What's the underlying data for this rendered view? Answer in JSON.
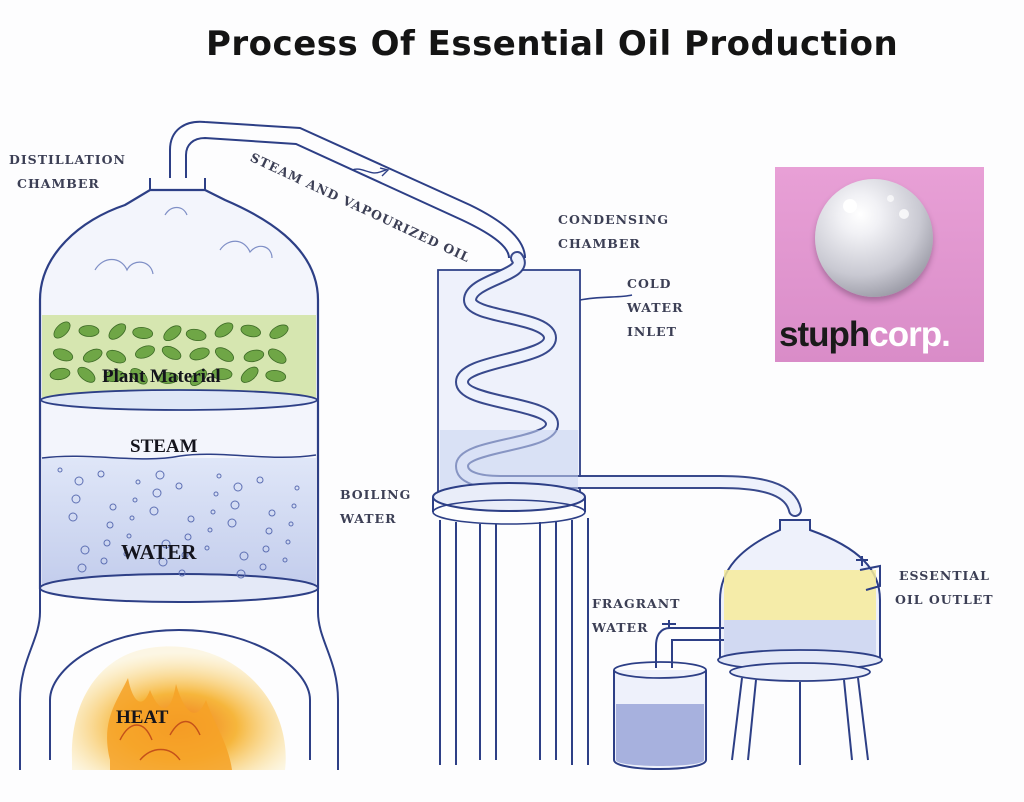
{
  "title": "Process Of Essential Oil Production",
  "labels": {
    "distillation_chamber": [
      "DISTILLATION",
      "CHAMBER"
    ],
    "steam_and_vapourized_oil": "STEAM AND VAPOURIZED OIL",
    "condensing_chamber": [
      "CONDENSING",
      "CHAMBER"
    ],
    "cold_water_inlet": [
      "COLD",
      "WATER",
      "INLET"
    ],
    "boiling_water": [
      "BOILING",
      "WATER"
    ],
    "fragrant_water": [
      "FRAGRANT",
      "WATER"
    ],
    "essential_oil_outlet": [
      "ESSENTIAL",
      "OIL OUTLET"
    ],
    "plant_material": "Plant Material",
    "steam": "STEAM",
    "water": "WATER",
    "heat": "HEAT"
  },
  "logo": {
    "word1": "stuph",
    "word2": "corp."
  },
  "colors": {
    "sketch_line": "#2d3f86",
    "water_fill": "#c9d3f0",
    "leaf_green": "#6fa646",
    "leaf_bg": "#c9dd9c",
    "flame": "#f3a52c",
    "oil_yellow": "#f5e98c",
    "logo_bg": "#e39ad2"
  },
  "icons": [
    "leaf-icon",
    "flame-icon",
    "sphere-logo-icon",
    "droplet-icon"
  ]
}
